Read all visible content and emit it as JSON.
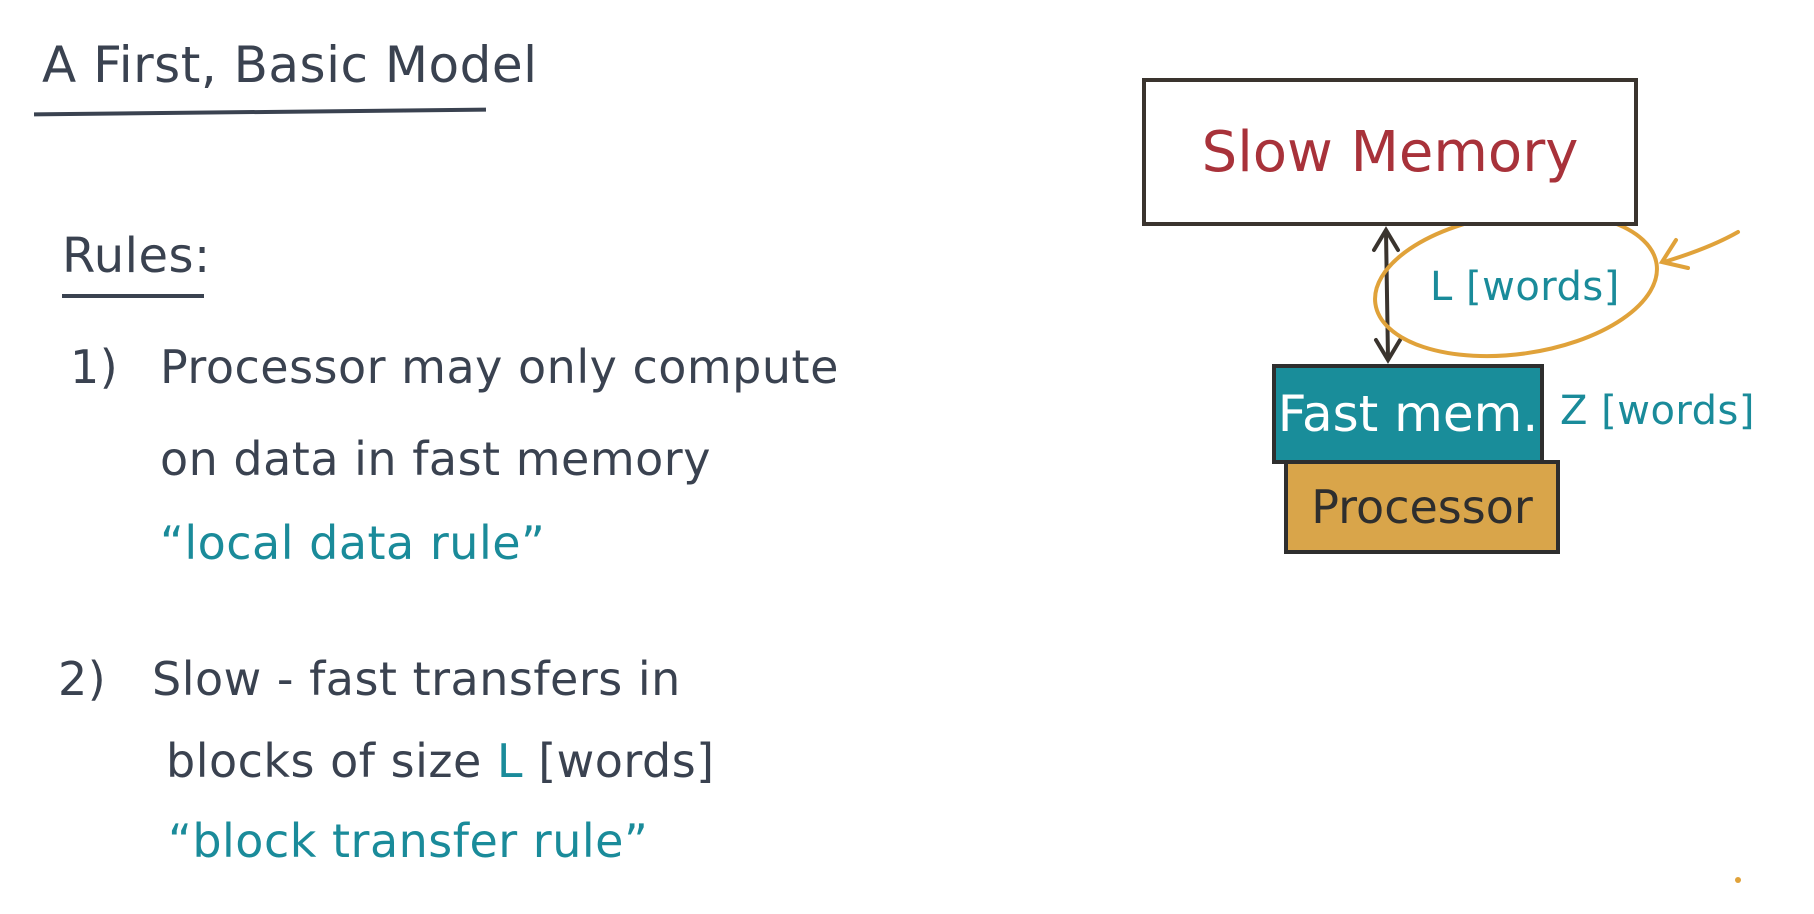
{
  "title": "A First, Basic Model",
  "rules": {
    "heading": "Rules:",
    "rule1": {
      "number": "1)",
      "line1": "Processor may only compute",
      "line2": "on data in fast memory",
      "name": "“local data rule”"
    },
    "rule2": {
      "number": "2)",
      "line1": "Slow - fast transfers in",
      "line2_prefix": "blocks of size",
      "line2_L": "L",
      "line2_suffix": "[words]",
      "name": "“block transfer rule”"
    }
  },
  "diagram": {
    "slow_memory": "Slow Memory",
    "fast_memory": "Fast mem.",
    "processor": "Processor",
    "transfer_label": "L [words]",
    "fast_size_label": "Z [words]"
  },
  "colors": {
    "ink": "#3a4250",
    "teal": "#1a8b9a",
    "slow_memory_text": "#a8323a",
    "fast_memory_fill": "#198d9a",
    "processor_fill": "#d9a54a",
    "highlight": "#e0a23a"
  }
}
